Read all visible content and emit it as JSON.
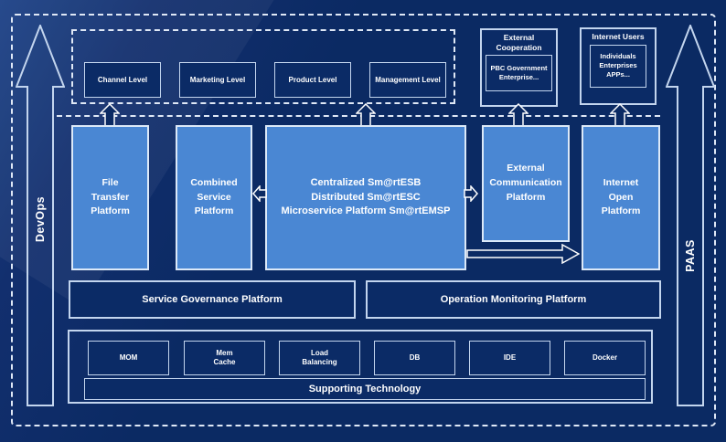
{
  "arrows": {
    "devops": "DevOps",
    "paas": "PAAS"
  },
  "levels": [
    {
      "label": "Channel Level"
    },
    {
      "label": "Marketing Level"
    },
    {
      "label": "Product Level"
    },
    {
      "label": "Management Level"
    }
  ],
  "external_cooperation": {
    "title": "External Cooperation",
    "inner": "PBC Government Enterprise..."
  },
  "internet_users": {
    "title": "Internet Users",
    "inner": "Individuals Enterprises APPs..."
  },
  "platforms": {
    "file_transfer": "File Transfer Platform",
    "combined_service": "Combined Service Platform",
    "esb_lines": [
      "Centralized Sm@rtESB",
      "Distributed Sm@rtESC",
      "Microservice Platform Sm@rtEMSP"
    ],
    "external_communication": "External Communication Platform",
    "internet_open": "Internet Open Platform"
  },
  "governance": {
    "service": "Service Governance Platform",
    "operation": "Operation Monitoring Platform"
  },
  "supporting": {
    "items": [
      "MOM",
      "Mem Cache",
      "Load Balancing",
      "DB",
      "IDE",
      "Docker"
    ],
    "label": "Supporting Technology"
  },
  "colors": {
    "background": "#0b2a63",
    "panel_light": "#4a87d3",
    "border_light": "#c3d5ee",
    "text": "#ffffff"
  }
}
